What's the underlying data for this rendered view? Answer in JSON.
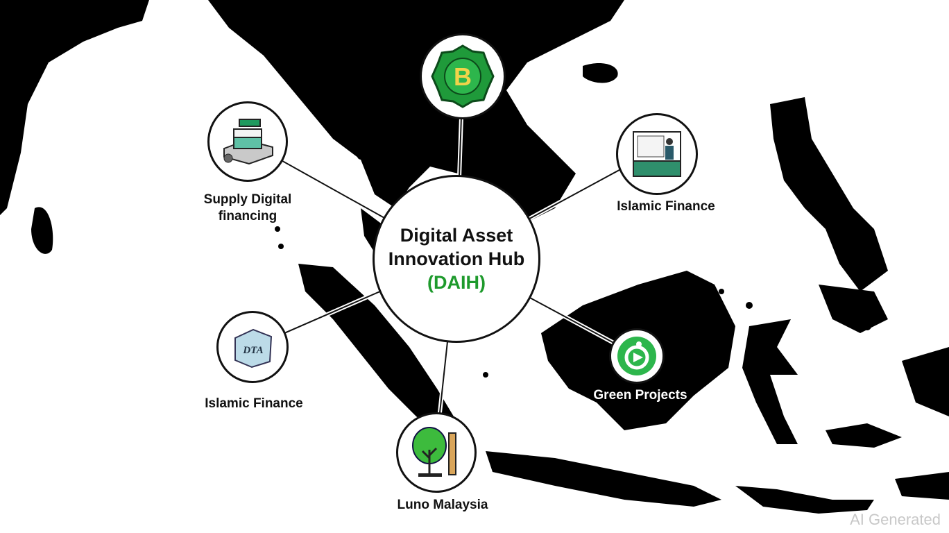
{
  "hub": {
    "line1": "Digital Asset",
    "line2": "Innovation Hub",
    "abbr": "(DAIH)"
  },
  "nodes": [
    {
      "id": "bitcoin",
      "icon": "bitcoin-gear-icon",
      "label": ""
    },
    {
      "id": "supply",
      "icon": "cash-register-icon",
      "label_line1": "Supply Digital",
      "label_line2": "financing"
    },
    {
      "id": "islamic-right",
      "icon": "presentation-board-icon",
      "label": "Islamic Finance"
    },
    {
      "id": "islamic-left",
      "icon": "dta-box-icon",
      "label": "Islamic Finance",
      "icon_text": "DTA"
    },
    {
      "id": "green",
      "icon": "green-cycle-icon",
      "label": "Green Projects"
    },
    {
      "id": "luno",
      "icon": "tree-icon",
      "label": "Luno Malaysia"
    }
  ],
  "watermark": "AI Generated",
  "colors": {
    "accent": "#1e9a2c",
    "land": "#000000",
    "teal": "#4fb39a"
  }
}
